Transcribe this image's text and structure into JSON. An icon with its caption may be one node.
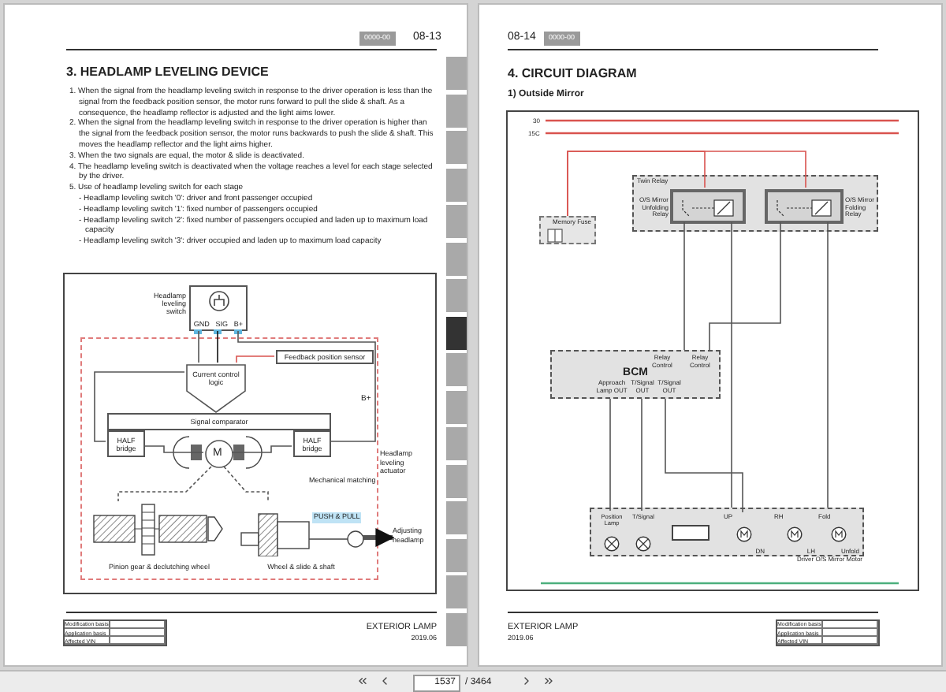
{
  "diagram": {
    "title": "3. HEADLAMP LEVELING DEVICE",
    "nodes": [
      {
        "text": [
          "GND",
          "SIG",
          "B+"
        ],
        "beside": [
          "Headlamp leveling switch"
        ]
      },
      {
        "text": [
          "Headlamp leveling actuator"
        ]
      },
      {
        "text": [
          "Feedback position sensor"
        ],
        "in": 1
      },
      {
        "text": [
          "Current control logic"
        ],
        "in": 1
      },
      {
        "text": [
          "Signal comparator"
        ],
        "in": 1
      },
      {
        "text": [
          "HALF bridge"
        ],
        "in": 1
      },
      {
        "text": [
          "HALF bridge"
        ],
        "in": 1
      },
      {
        "text": [
          "M"
        ],
        "in": 1
      },
      {
        "text": [
          "Pinion gear & declutching wheel"
        ],
        "in": 1
      },
      {
        "text": [
          "Wheel & slide & shaft"
        ],
        "in": 1
      },
      {
        "text": [
          "Adjusting headlamp"
        ]
      },
      {
        "text": [
          "Memory Fuse"
        ]
      },
      {
        "text": [
          "Twin Relay"
        ]
      },
      {
        "text": [
          "O/S Mirror Unfolding Relay"
        ],
        "in": 12
      },
      {
        "text": [
          "O/S Mirror Folding Relay"
        ],
        "in": 12
      },
      {
        "text": [
          "BCM",
          "Relay Control",
          "Relay Control",
          "Approach Lamp OUT",
          "T/Signal OUT",
          "T/Signal OUT"
        ]
      },
      {
        "text": [
          "Driver O/S Mirror Motor"
        ]
      },
      {
        "text": [
          "Position Lamp"
        ],
        "in": 16
      },
      {
        "text": [
          "T/Signal"
        ],
        "in": 16
      },
      {
        "text": [],
        "shape": "box",
        "in": 16
      },
      {
        "text": [
          "UP",
          "DN"
        ],
        "in": 16
      },
      {
        "text": [
          "RH",
          "LH"
        ],
        "in": 16
      },
      {
        "text": [
          "Fold",
          "Unfold"
        ],
        "in": 16
      }
    ],
    "edges": [
      {
        "from": 0,
        "to": 3,
        "arrow": "none"
      },
      {
        "from": 0,
        "to": 3,
        "arrow": "none",
        "color": "#111111"
      },
      {
        "from": 0,
        "to": 6,
        "arrow": "none"
      },
      {
        "from": 2,
        "to": 3,
        "arrow": "none",
        "color": "#d9534f"
      },
      {
        "from": 3,
        "to": 5,
        "arrow": "none"
      },
      {
        "from": 5,
        "to": 7,
        "arrow": "none"
      },
      {
        "from": 6,
        "to": 7,
        "arrow": "none"
      },
      {
        "from": 7,
        "to": 8,
        "arrow": "none",
        "style": "dashed"
      },
      {
        "from": 7,
        "to": 9,
        "arrow": "none",
        "style": "dashed"
      },
      {
        "from": 9,
        "to": 10,
        "arrow": "to",
        "style": "thick"
      },
      {
        "from": 11,
        "to": 13,
        "arrow": "none",
        "color": "#d9534f"
      },
      {
        "from": 11,
        "to": 14,
        "arrow": "none",
        "color": "#d9534f"
      },
      {
        "from": 13,
        "to": 15,
        "arrow": "none"
      },
      {
        "from": 14,
        "to": 15,
        "arrow": "none"
      },
      {
        "from": 13,
        "to": 16,
        "arrow": "none"
      },
      {
        "from": 14,
        "to": 16,
        "arrow": "none"
      },
      {
        "from": 15,
        "to": 17,
        "arrow": "none"
      },
      {
        "from": 15,
        "to": 18,
        "arrow": "none"
      },
      {
        "from": 15,
        "to": 20,
        "arrow": "none"
      }
    ],
    "labels": [
      "08-13",
      "0000-00",
      "1. When the signal from the headlamp leveling switch in response to the driver operation is less than the signal from the feedback position sensor, the motor runs forward to pull the slide & shaft. As a consequence, the headlamp reflector is adjusted and the light aims lower.",
      "2. When the signal from the headlamp leveling switch in response to the driver operation is higher than the signal from the feedback position sensor, the motor runs backwards to push the slide & shaft. This moves the headlamp reflector and the light aims higher.",
      "3. When the two signals are equal, the motor & slide is deactivated.",
      "4. The headlamp leveling switch is deactivated when the voltage reaches a level for each stage selected by the driver.",
      "5. Use of headlamp leveling switch for each stage",
      "- Headlamp leveling switch '0': driver and front passenger occupied",
      "- Headlamp leveling switch '1': fixed number of passengers occupied",
      "- Headlamp leveling switch '2': fixed number of passengers occupied and laden up to maximum load capacity",
      "- Headlamp leveling switch '3': driver occupied and laden up to maximum load capacity",
      "B+",
      "Mechanical matching",
      "PUSH & PULL",
      "Modification basis",
      "Application basis",
      "Affected VIN",
      "EXTERIOR LAMP",
      "2019.06",
      "08-14",
      "0000-00",
      "4. CIRCUIT DIAGRAM",
      "1) Outside Mirror",
      "30",
      "15C",
      "EXTERIOR LAMP",
      "2019.06",
      "Modification basis",
      "Application basis",
      "Affected VIN",
      "1537",
      "/ 3464"
    ]
  }
}
